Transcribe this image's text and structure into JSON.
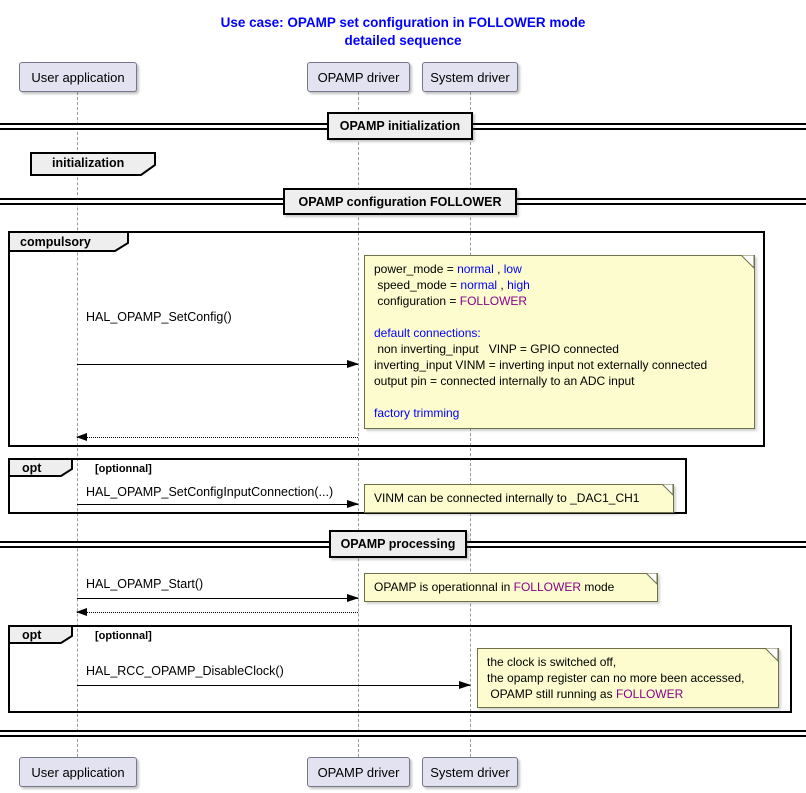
{
  "title": {
    "line1": "Use case: OPAMP set configuration in FOLLOWER mode",
    "line2": "detailed sequence"
  },
  "participants": [
    {
      "name": "User application"
    },
    {
      "name": "OPAMP driver"
    },
    {
      "name": "System driver"
    }
  ],
  "dividers": [
    {
      "label": "OPAMP initialization"
    },
    {
      "label": "OPAMP configuration FOLLOWER"
    },
    {
      "label": "OPAMP processing"
    }
  ],
  "frames": {
    "initialization": {
      "label": "initialization"
    },
    "compulsory": {
      "label": "compulsory"
    },
    "opt1": {
      "label": "opt",
      "condition": "[optionnal]"
    },
    "opt2": {
      "label": "opt",
      "condition": "[optionnal]"
    }
  },
  "messages": [
    {
      "label": "HAL_OPAMP_SetConfig()",
      "from": "User application",
      "to": "OPAMP driver",
      "style": "solid"
    },
    {
      "label": "",
      "from": "OPAMP driver",
      "to": "User application",
      "style": "dotted-return"
    },
    {
      "label": "HAL_OPAMP_SetConfigInputConnection(...)",
      "from": "User application",
      "to": "OPAMP driver",
      "style": "solid"
    },
    {
      "label": "HAL_OPAMP_Start()",
      "from": "User application",
      "to": "OPAMP driver",
      "style": "solid"
    },
    {
      "label": "",
      "from": "OPAMP driver",
      "to": "User application",
      "style": "dotted-return"
    },
    {
      "label": "HAL_RCC_OPAMP_DisableClock()",
      "from": "User application",
      "to": "System driver",
      "style": "solid"
    }
  ],
  "notes": {
    "config": {
      "lines": [
        [
          {
            "t": "power_mode = ",
            "c": "#000000"
          },
          {
            "t": "normal",
            "c": "#0000FF"
          },
          {
            "t": " , ",
            "c": "#000000"
          },
          {
            "t": "low",
            "c": "#0000FF"
          }
        ],
        [
          {
            "t": " speed_mode = ",
            "c": "#000000"
          },
          {
            "t": "normal",
            "c": "#0000FF"
          },
          {
            "t": " , ",
            "c": "#000000"
          },
          {
            "t": "high",
            "c": "#0000FF"
          }
        ],
        [
          {
            "t": " configuration = ",
            "c": "#000000"
          },
          {
            "t": "FOLLOWER",
            "c": "#8B008B"
          }
        ],
        [],
        [
          {
            "t": "default connections:",
            "c": "#0000FF"
          }
        ],
        [
          {
            "t": " non inverting_input   VINP = GPIO connected",
            "c": "#000000"
          }
        ],
        [
          {
            "t": "inverting_input VINM = inverting input not externally connected",
            "c": "#000000"
          }
        ],
        [
          {
            "t": "output pin = connected internally to an ADC input",
            "c": "#000000"
          }
        ],
        [],
        [
          {
            "t": "factory trimming",
            "c": "#0000FF"
          }
        ]
      ]
    },
    "vinm": {
      "lines": [
        [
          {
            "t": "VINM can be connected internally to _DAC1_CH1",
            "c": "#000000"
          }
        ]
      ]
    },
    "start": {
      "lines": [
        [
          {
            "t": "OPAMP is operationnal in ",
            "c": "#000000"
          },
          {
            "t": "FOLLOWER",
            "c": "#8B008B"
          },
          {
            "t": " mode",
            "c": "#000000"
          }
        ]
      ]
    },
    "clock": {
      "lines": [
        [
          {
            "t": "the clock is switched off,",
            "c": "#000000"
          }
        ],
        [
          {
            "t": "the opamp register can no more been accessed,",
            "c": "#000000"
          }
        ],
        [
          {
            "t": " OPAMP still running as ",
            "c": "#000000"
          },
          {
            "t": "FOLLOWER",
            "c": "#8B008B"
          }
        ]
      ]
    }
  },
  "colors": {
    "title_blue": "#0000FF",
    "value_blue": "#0000FF",
    "value_purple": "#8B008B",
    "note_bg": "#FCFCCE",
    "participant_bg": "#E2E2F0",
    "frame_label_bg": "#EEEEEE",
    "lifeline_gray": "#9A9A9A"
  }
}
